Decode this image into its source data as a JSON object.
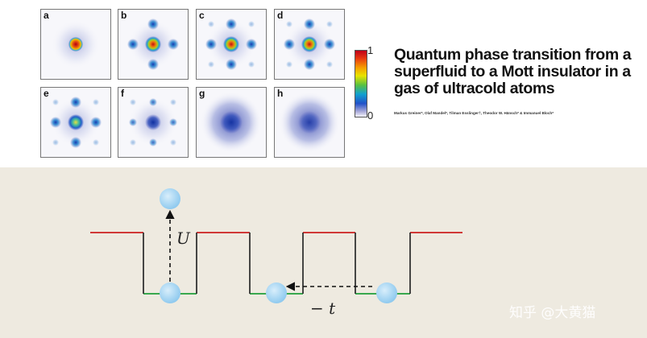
{
  "figure": {
    "panels": [
      {
        "label": "a",
        "stage": 0
      },
      {
        "label": "b",
        "stage": 1
      },
      {
        "label": "c",
        "stage": 2
      },
      {
        "label": "d",
        "stage": 3
      },
      {
        "label": "e",
        "stage": 4
      },
      {
        "label": "f",
        "stage": 5
      },
      {
        "label": "g",
        "stage": 6
      },
      {
        "label": "h",
        "stage": 7
      }
    ],
    "colorbar": {
      "max_label": "1",
      "min_label": "0"
    }
  },
  "paper": {
    "title": "Quantum phase transition from a superfluid to a Mott insulator in a gas of ultracold atoms",
    "authors": "Markus Greiner*, Olaf Mandel*, Tilman Esslinger†, Theodor W. Hänsch* & Immanuel Bloch*"
  },
  "diagram": {
    "label_u": "U",
    "label_t": "− t",
    "colors": {
      "barrier": "#cc1f1f",
      "well": "#1f9e3a",
      "wall": "#333333",
      "atom": "#9fd2f0"
    }
  },
  "watermark": "知乎 @大黄猫"
}
